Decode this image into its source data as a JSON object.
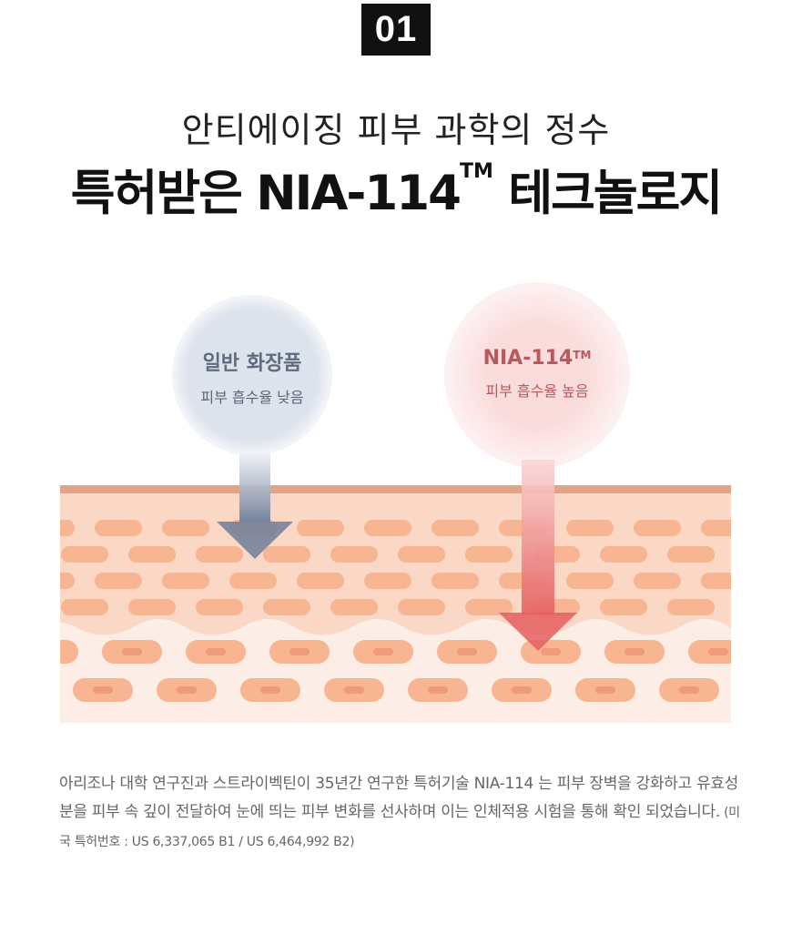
{
  "badge": "01",
  "subtitle": "안티에이징 피부 과학의 정수",
  "title": {
    "main": "특허받은 NIA-114",
    "tm": "TM",
    "end": " 테크놀로지"
  },
  "diagram": {
    "left": {
      "heading": "일반 화장품",
      "sub": "피부 흡수율 낮음"
    },
    "right": {
      "heading": "NIA-114",
      "tm": "TM",
      "sub": "피부 흡수율 높음"
    }
  },
  "description": {
    "text": "아리조나 대학 연구진과 스트라이벡틴이 35년간 연구한 특허기술 NIA-114 는 피부 장벽을 강화하고 유효성분을 피부 속 깊이 전달하여 눈에 띄는 피부 변화를 선사하며 이는 인체적용 시험을 통해 확인 되었습니다.",
    "note": " (미국 특허번호 : US 6,337,065  B1  /  US 6,464,992  B2)"
  },
  "colors": {
    "skin_top": "#e2a386",
    "skin_upper": "#fad8c5",
    "skin_lower": "#fceee6",
    "cell": "#f8b591",
    "nucleus": "#ee9a7c",
    "left_circle": "#dde3ec",
    "right_circle": "#fbdcdc",
    "left_arrow": "#7a8aa3",
    "right_arrow": "#e8706f"
  }
}
